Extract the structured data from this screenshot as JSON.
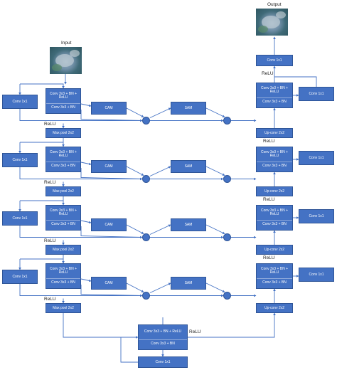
{
  "input_label": "Input",
  "output_label": "Output",
  "relu": "ReLU",
  "conv1x1": "Conv 1x1",
  "conv_bn_relu_top": "Conv 3x3 + BN + ReLU",
  "conv_bn_bot": "Conv 3x3 + BN",
  "cam": "CAM",
  "sam": "SAM",
  "maxpool": "Max pool 2x2",
  "upconv": "Up-conv 2x2",
  "colors": {
    "box": "#4472c4",
    "border": "#2f5597",
    "line": "#4472c4"
  }
}
